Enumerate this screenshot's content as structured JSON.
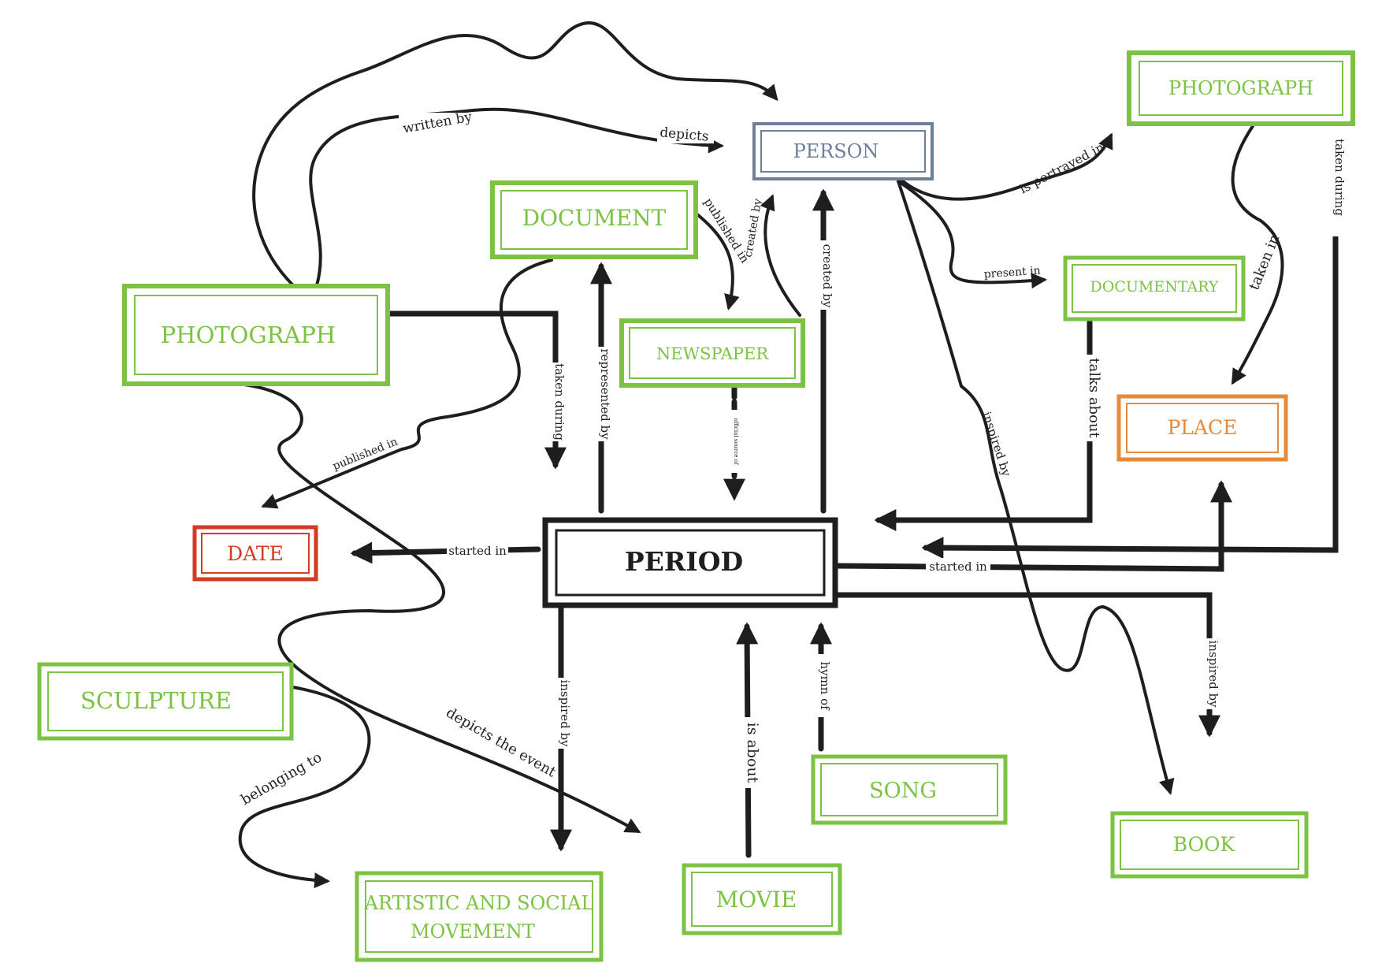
{
  "colors": {
    "green": "#7cc243",
    "grey_blue": "#6e7f9a",
    "orange": "#e68a3c",
    "red": "#d63a24",
    "black": "#1e1e1e"
  },
  "nodes": {
    "person": "PERSON",
    "photograph_top": "PHOTOGRAPH",
    "document": "DOCUMENT",
    "photograph_left": "PHOTOGRAPH",
    "newspaper": "NEWSPAPER",
    "documentary": "DOCUMENTARY",
    "place": "PLACE",
    "date": "DATE",
    "period": "PERIOD",
    "sculpture": "SCULPTURE",
    "artistic_line1": "ARTISTIC AND SOCIAL",
    "artistic_line2": "MOVEMENT",
    "movie": "MOVIE",
    "song": "SONG",
    "book": "BOOK"
  },
  "edges": {
    "written_by": "written by",
    "depicts": "depicts",
    "is_portrayed_in": "is portrayed in",
    "taken_during_top": "taken during",
    "taken_in": "taken in",
    "published_in_doc": "published in",
    "created_by_np": "created by",
    "created_by_period": "created by",
    "present_in": "present in",
    "taken_during_left": "taken during",
    "represented_by": "represented by",
    "official_source_of": "official source of",
    "talks_about": "talks about",
    "inspired_by_person": "inspired by",
    "published_in_photo": "published in",
    "started_in_date": "started in",
    "started_in_place": "started in",
    "inspired_by_book": "inspired by",
    "inspired_by_movement": "inspired by",
    "is_about": "is about",
    "hymn_of": "hymn of",
    "depicts_the_event": "depicts the event",
    "belonging_to": "belonging to"
  }
}
